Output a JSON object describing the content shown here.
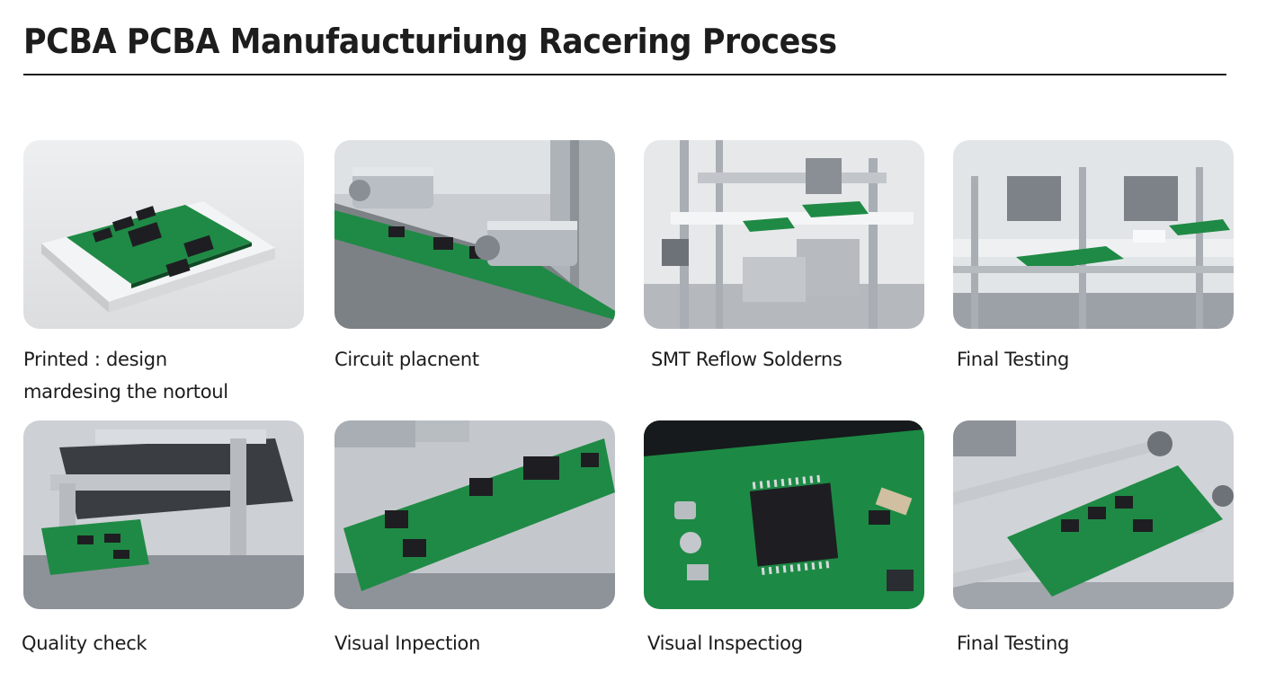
{
  "header": {
    "title": "PCBA PCBA Manufaucturiung Racering Process"
  },
  "steps": [
    {
      "image": "pcb-on-white-base-photo",
      "caption_line1": "Printed : design",
      "caption_line2": "mardesing the nortoul"
    },
    {
      "image": "circuit-placement-machine-photo",
      "caption_line1": "Circuit placnent"
    },
    {
      "image": "smt-reflow-station-photo",
      "caption_line1": "SMT Reflow Solderns"
    },
    {
      "image": "final-testing-line-photo",
      "caption_line1": "Final Testing"
    },
    {
      "image": "quality-check-machine-photo",
      "caption_line1": "Quality check"
    },
    {
      "image": "visual-inspection-board-photo",
      "caption_line1": "Visual Inpection"
    },
    {
      "image": "chip-closeup-photo",
      "caption_line1": "Visual Inspectiog"
    },
    {
      "image": "board-in-fixture-photo",
      "caption_line1": "Final Testing"
    }
  ],
  "colors": {
    "pcb_green": "#1f8a45",
    "chip_black": "#1e1e22",
    "metal": "#b9bec4",
    "background_grey": "#dcdee0"
  }
}
